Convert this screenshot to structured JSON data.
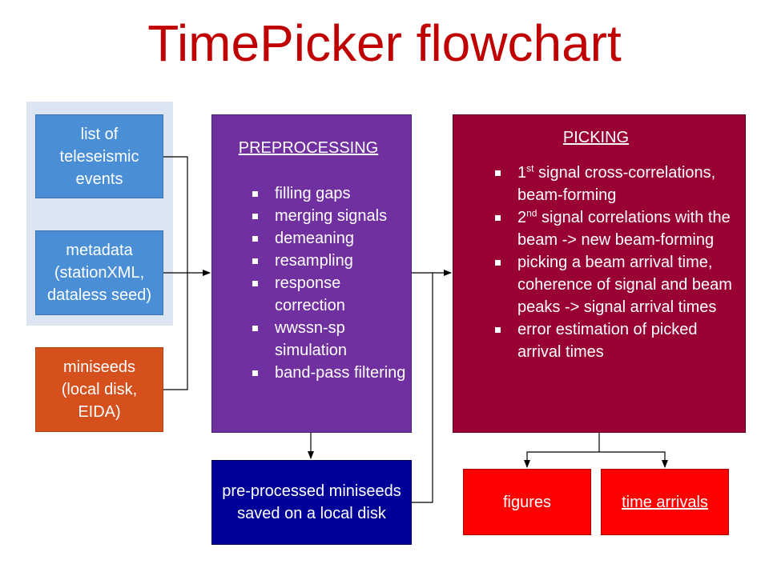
{
  "title": "TimePicker flowchart",
  "inputs": {
    "events": "list of teleseismic events",
    "metadata": "metadata (stationXML, dataless seed)",
    "miniseeds": "miniseeds (local disk, EIDA)"
  },
  "preprocessing": {
    "heading": "PREPROCESSING",
    "steps": [
      "filling gaps",
      "merging signals",
      "demeaning",
      "resampling",
      "response correction",
      "wwssn-sp simulation",
      "band-pass filtering"
    ]
  },
  "saved": "pre-processed miniseeds saved on a local disk",
  "picking": {
    "heading": "PICKING",
    "step1_num": "1",
    "step1_sup": "st",
    "step1_text": " signal cross-correlations, beam-forming",
    "step2_num": "2",
    "step2_sup": "nd",
    "step2_text": " signal correlations with the beam -> new beam-forming",
    "step3": "picking a beam arrival time, coherence of signal and beam peaks -> signal arrival times",
    "step4": "error estimation of picked arrival times"
  },
  "outputs": {
    "figures": "figures",
    "time_arrivals": "time arrivals"
  },
  "colors": {
    "title": "#c00000",
    "input_blue": "#4a8fd6",
    "input_orange": "#d5501c",
    "preprocessing": "#7030a0",
    "saved": "#000099",
    "picking": "#990033",
    "outputs": "#ff0000"
  }
}
